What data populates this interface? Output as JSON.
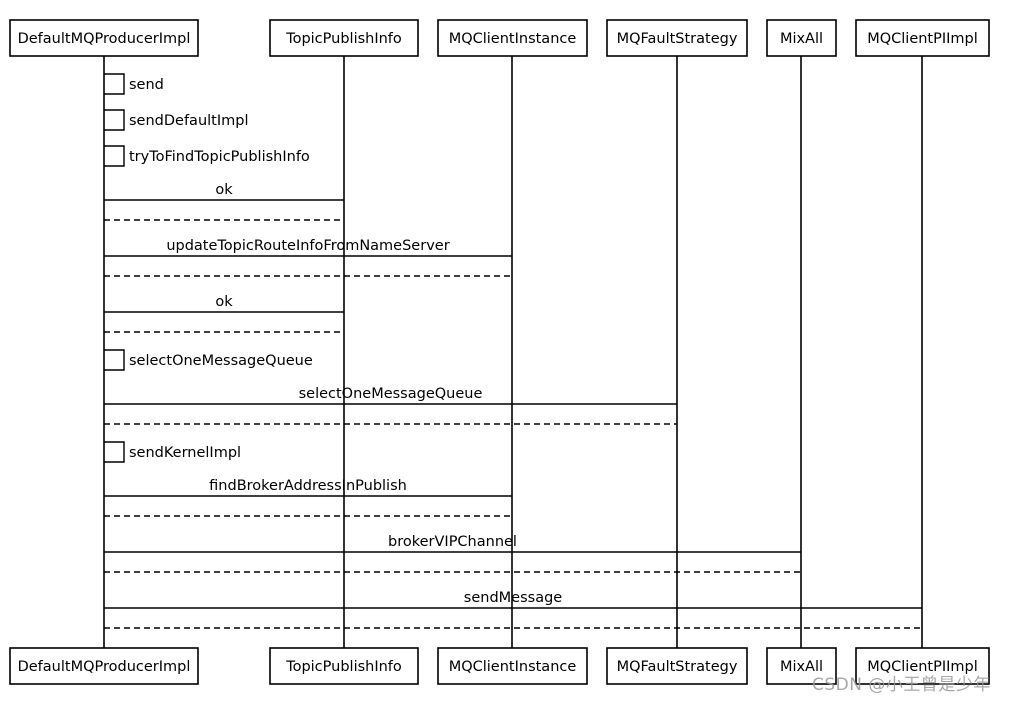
{
  "participants": [
    {
      "id": "producer",
      "label": "DefaultMQProducerImpl"
    },
    {
      "id": "topicinfo",
      "label": "TopicPublishInfo"
    },
    {
      "id": "clientinst",
      "label": "MQClientInstance"
    },
    {
      "id": "fault",
      "label": "MQFaultStrategy"
    },
    {
      "id": "mixall",
      "label": "MixAll"
    },
    {
      "id": "clientapi",
      "label": "MQClientPIImpl"
    }
  ],
  "messages": [
    {
      "kind": "self",
      "from": "producer",
      "label": "send"
    },
    {
      "kind": "self",
      "from": "producer",
      "label": "sendDefaultImpl"
    },
    {
      "kind": "self",
      "from": "producer",
      "label": "tryToFindTopicPublishInfo"
    },
    {
      "kind": "call",
      "from": "producer",
      "to": "topicinfo",
      "label": "ok"
    },
    {
      "kind": "call",
      "from": "producer",
      "to": "clientinst",
      "label": "updateTopicRouteInfoFromNameServer"
    },
    {
      "kind": "call",
      "from": "producer",
      "to": "topicinfo",
      "label": "ok"
    },
    {
      "kind": "self",
      "from": "producer",
      "label": "selectOneMessageQueue"
    },
    {
      "kind": "call",
      "from": "producer",
      "to": "fault",
      "label": "selectOneMessageQueue"
    },
    {
      "kind": "self",
      "from": "producer",
      "label": "sendKernelImpl"
    },
    {
      "kind": "call",
      "from": "producer",
      "to": "clientinst",
      "label": "findBrokerAddressInPublish"
    },
    {
      "kind": "call",
      "from": "producer",
      "to": "mixall",
      "label": "brokerVIPChannel"
    },
    {
      "kind": "call",
      "from": "producer",
      "to": "clientapi",
      "label": "sendMessage"
    }
  ],
  "watermark": "CSDN @小王曾是少年"
}
